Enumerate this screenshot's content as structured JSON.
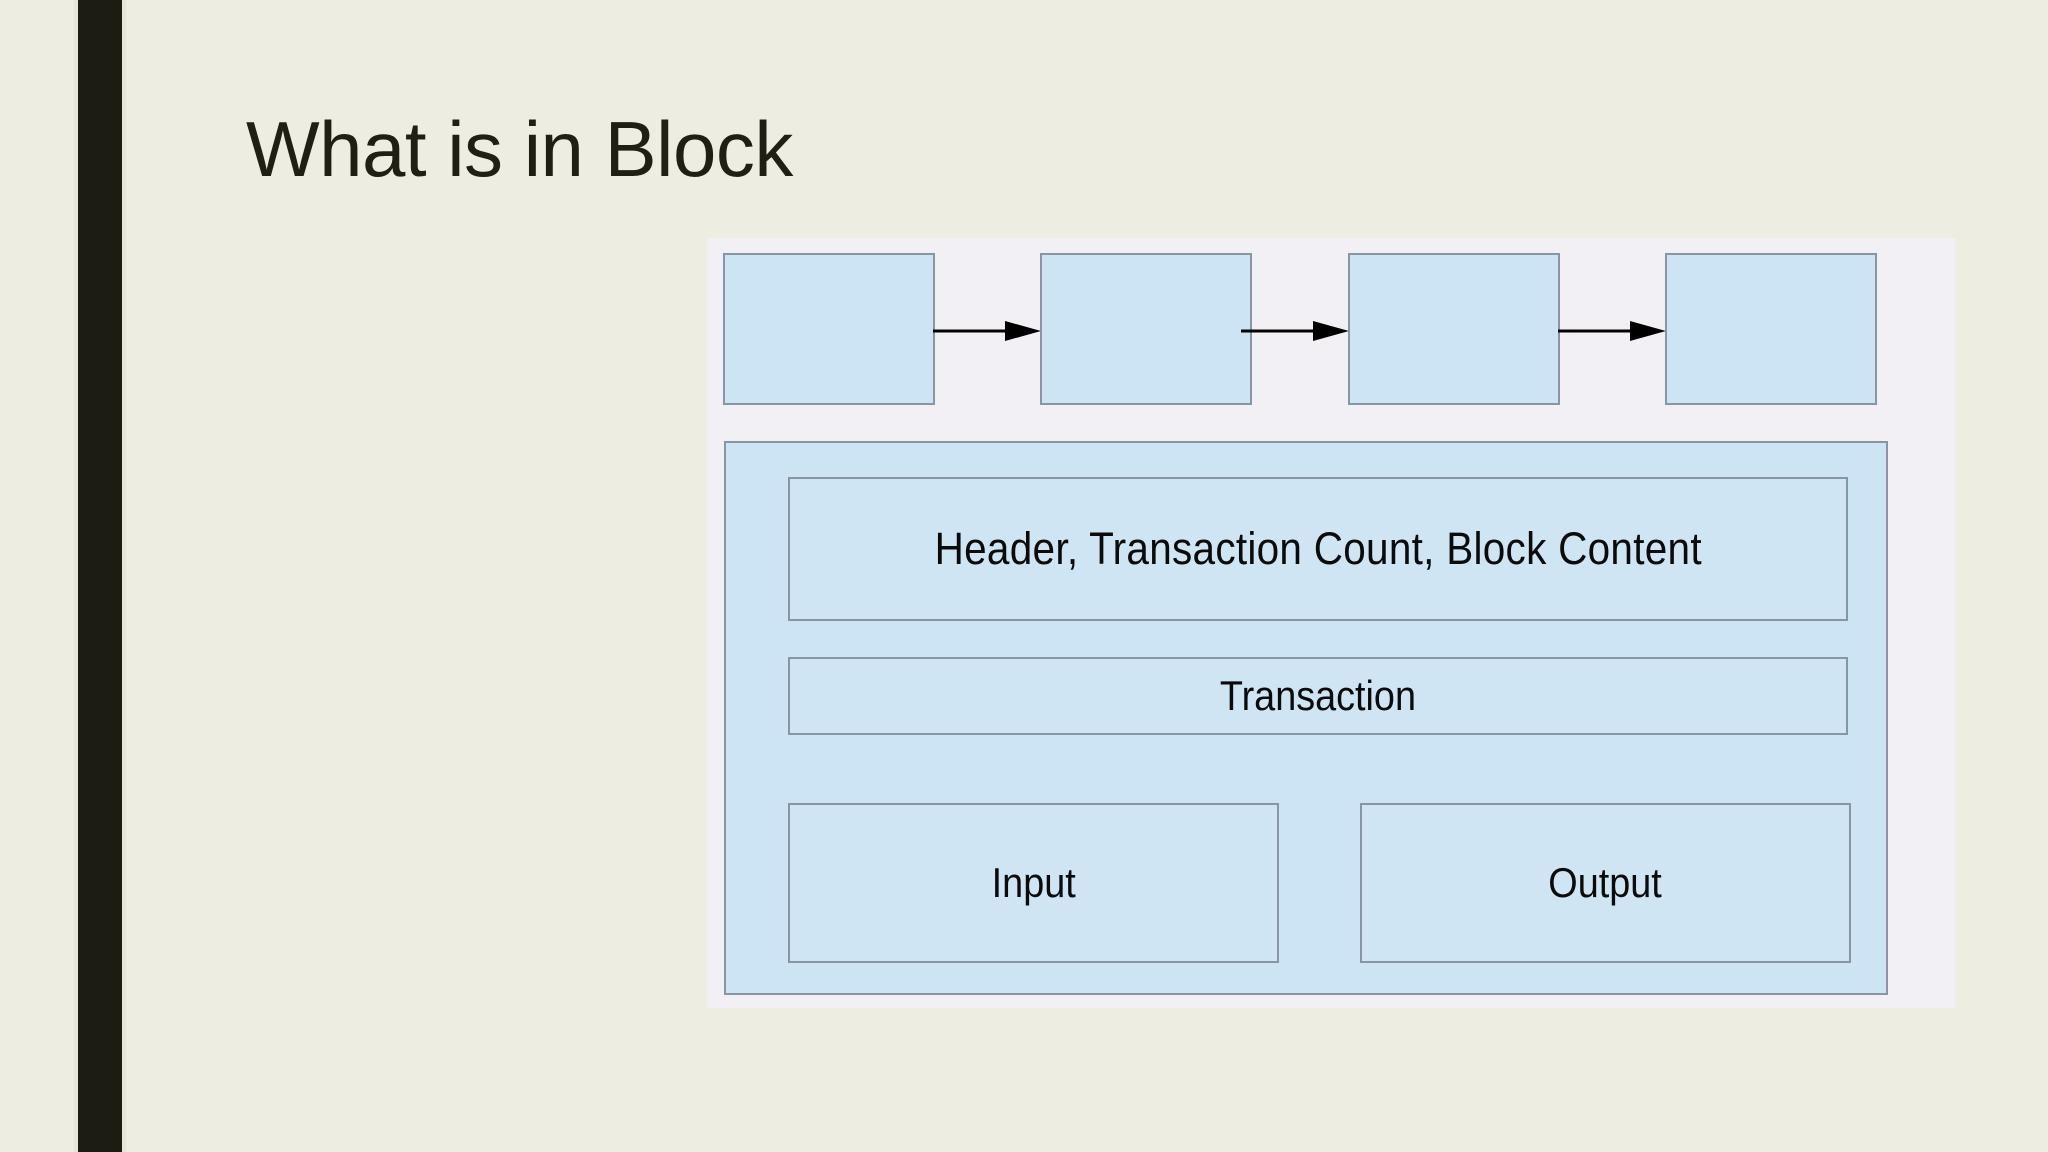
{
  "slide": {
    "title": "What is in Block",
    "background_color": "#edeee1",
    "accent_bar_color": "#1c1c12",
    "title_color": "#1f1f16"
  },
  "diagram": {
    "canvas_background": "#f2f0f4",
    "block_fill": "#cce4f3",
    "block_border": "#8795a5",
    "arrow_color": "#000000",
    "chain": {
      "name": "blockchain-chain",
      "blocks": [
        {
          "label": ""
        },
        {
          "label": ""
        },
        {
          "label": ""
        },
        {
          "label": ""
        }
      ],
      "arrows": [
        {
          "direction": "right"
        },
        {
          "direction": "right"
        },
        {
          "direction": "right"
        }
      ]
    },
    "block_detail": {
      "header_box": "Header, Transaction Count, Block Content",
      "transaction_box": "Transaction",
      "input_box": "Input",
      "output_box": "Output"
    }
  }
}
